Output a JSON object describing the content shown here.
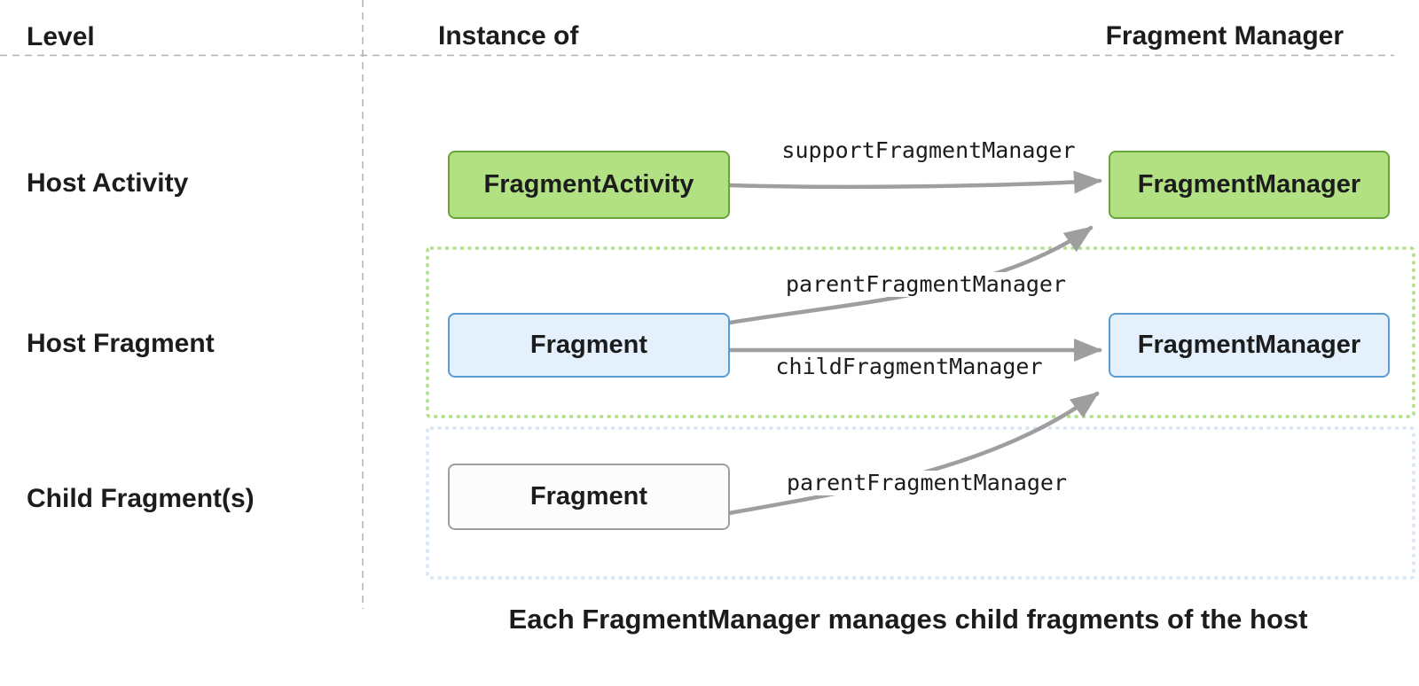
{
  "header": {
    "level": "Level",
    "instance_of": "Instance of",
    "fragment_manager": "Fragment Manager"
  },
  "rows": [
    {
      "level_label": "Host Activity",
      "instance_box": "FragmentActivity",
      "manager_box": "FragmentManager",
      "arrow_label": "supportFragmentManager"
    },
    {
      "level_label": "Host Fragment",
      "instance_box": "Fragment",
      "manager_box": "FragmentManager",
      "parent_arrow_label": "parentFragmentManager",
      "child_arrow_label": "childFragmentManager"
    },
    {
      "level_label": "Child Fragment(s)",
      "instance_box": "Fragment",
      "parent_arrow_label": "parentFragmentManager"
    }
  ],
  "caption": "Each FragmentManager manages child fragments of the host",
  "colors": {
    "green_fill": "#b2e183",
    "green_border": "#68a63a",
    "green_dotted": "#b2df8a",
    "blue_fill": "#e4f1fc",
    "blue_border": "#5b9bd5",
    "blue_dotted": "#d6e6f6",
    "neutral_fill": "#fcfcfc",
    "neutral_border": "#9e9e9e",
    "arrow": "#9e9e9e",
    "grid_line": "#b0b0b0",
    "text": "#1c1c1c"
  }
}
